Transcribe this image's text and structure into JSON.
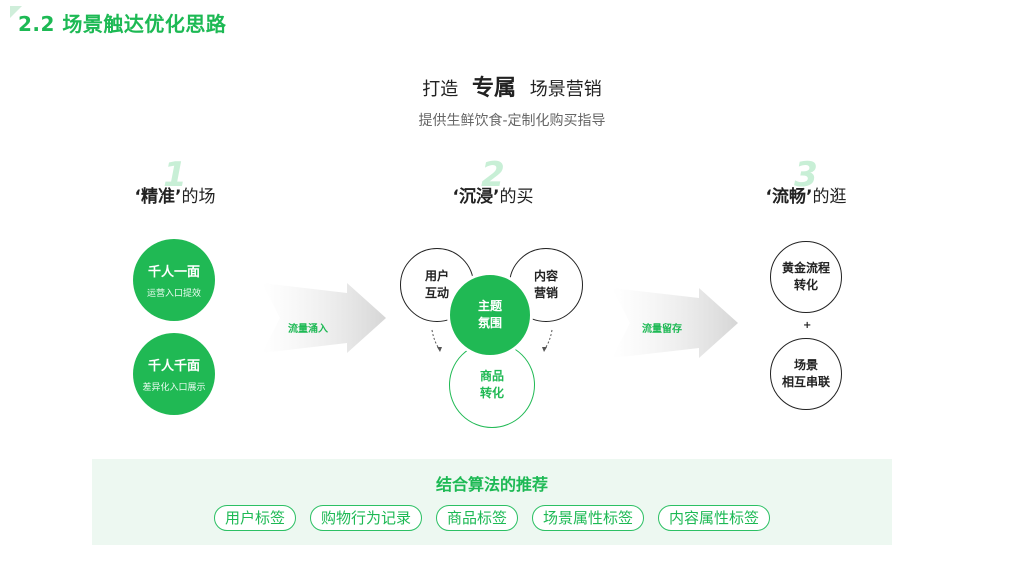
{
  "page": {
    "title": "2.2 场景触达优化思路"
  },
  "hero": {
    "prefix": "打造",
    "emphasis": "专属",
    "suffix": "场景营销"
  },
  "subtitle": "提供生鲜饮食-定制化购买指导",
  "columns": [
    {
      "number": "1",
      "highlight": "‘精准’",
      "rest": "的场"
    },
    {
      "number": "2",
      "highlight": "‘沉浸’",
      "rest": "的买"
    },
    {
      "number": "3",
      "highlight": "‘流畅’",
      "rest": "的逛"
    }
  ],
  "col1": {
    "circle1": {
      "title": "千人一面",
      "sub": "运营入口提效"
    },
    "circle2": {
      "title": "千人千面",
      "sub": "差异化入口展示"
    }
  },
  "col2": {
    "left": [
      "用户",
      "互动"
    ],
    "right": [
      "内容",
      "营销"
    ],
    "center": [
      "主题",
      "氛围"
    ],
    "bottom": [
      "商品",
      "转化"
    ]
  },
  "col3": {
    "top": [
      "黄金流程",
      "转化"
    ],
    "plus": "+",
    "bottom": [
      "场景",
      "相互串联"
    ]
  },
  "arrows": {
    "first_label": "流量涌入",
    "second_label": "流量留存"
  },
  "recommend": {
    "title": "结合算法的推荐",
    "tags": [
      "用户标签",
      "购物行为记录",
      "商品标签",
      "场景属性标签",
      "内容属性标签"
    ]
  },
  "colors": {
    "accent": "#20b954",
    "panel": "#edf8f1",
    "number": "#c8efd6"
  }
}
